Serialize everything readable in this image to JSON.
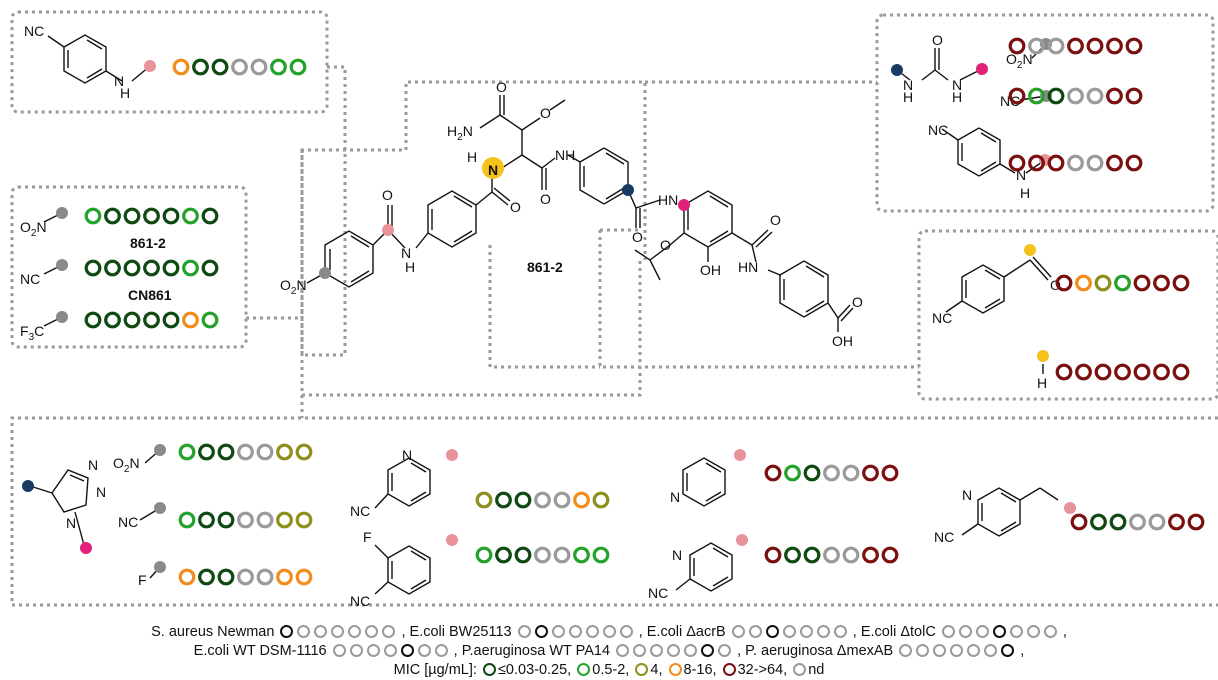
{
  "colors": {
    "dark_green": "#0f4a12",
    "green": "#25a22c",
    "olive": "#8f8f1e",
    "orange": "#f28c1c",
    "dark_red": "#7a1010",
    "gray": "#9a9a9a",
    "black": "#111111",
    "pink_site": "#e0227a",
    "light_pink_site": "#e8939a",
    "navy_site": "#173b63",
    "gray_site": "#8a8a8a",
    "yellow_site": "#f4c21a"
  },
  "compound_labels": {
    "center": "861-2",
    "box_a": "861-2",
    "box_b": "CN861"
  },
  "atoms": {
    "N": "N",
    "NH": "NH",
    "H": "H",
    "O": "O",
    "OH": "OH",
    "H2N": "H2N",
    "CN": "CN",
    "NC": "NC",
    "F": "F",
    "O2N": "O2N",
    "F3C": "F3C",
    "NO2": "O2N",
    "HN": "HN"
  },
  "circle_rows": {
    "tl_cn_aniline": [
      "or",
      "dg",
      "dg",
      "n",
      "n",
      "g",
      "g"
    ],
    "l_no2": [
      "g",
      "dg",
      "dg",
      "dg",
      "dg",
      "g",
      "dg"
    ],
    "l_cn": [
      "dg",
      "dg",
      "dg",
      "dg",
      "dg",
      "g",
      "dg"
    ],
    "l_cf3": [
      "dg",
      "dg",
      "dg",
      "dg",
      "dg",
      "or",
      "g"
    ],
    "tr_no2": [
      "r",
      "n",
      "n",
      "r",
      "r",
      "r",
      "r"
    ],
    "tr_cn": [
      "r",
      "g",
      "dg",
      "n",
      "n",
      "r",
      "r"
    ],
    "tr_cn_aniline": [
      "r",
      "r",
      "r",
      "n",
      "n",
      "r",
      "r"
    ],
    "r_ketone": [
      "r",
      "or",
      "o",
      "g",
      "r",
      "r",
      "r"
    ],
    "r_h": [
      "r",
      "r",
      "r",
      "r",
      "r",
      "r",
      "r"
    ],
    "b_no2": [
      "g",
      "dg",
      "dg",
      "n",
      "n",
      "o",
      "o"
    ],
    "b_cn": [
      "g",
      "dg",
      "dg",
      "n",
      "n",
      "o",
      "o"
    ],
    "b_f": [
      "or",
      "dg",
      "dg",
      "n",
      "n",
      "or",
      "or"
    ],
    "b_cnpyr": [
      "o",
      "dg",
      "dg",
      "n",
      "n",
      "or",
      "o"
    ],
    "b_fcn": [
      "g",
      "dg",
      "dg",
      "n",
      "n",
      "g",
      "g"
    ],
    "b_pyr4": [
      "r",
      "g",
      "dg",
      "n",
      "n",
      "r",
      "r"
    ],
    "b_cnpyr2": [
      "r",
      "dg",
      "dg",
      "n",
      "n",
      "r",
      "r"
    ],
    "b_cnpyrch2": [
      "r",
      "dg",
      "dg",
      "n",
      "n",
      "r",
      "r"
    ]
  },
  "legend": {
    "strain1": "S. aureus Newman",
    "strain2": ", E.coli BW25113",
    "strain3": ", E.coli ΔacrB",
    "strain4": ", E.coli ΔtolC",
    "tail1": ",",
    "strain5": "E.coli WT DSM-1116",
    "strain6": ", P.aeruginosa  WT PA14",
    "strain7": ", P. aeruginosa  ΔmexAB",
    "tail2": ",",
    "mic_prefix": "MIC [µg/mL]:",
    "mic1": "≤0.03-0.25,",
    "mic2": "0.5-2,",
    "mic3": "4,",
    "mic4": "8-16,",
    "mic5": "32->64,",
    "mic6": "nd"
  }
}
